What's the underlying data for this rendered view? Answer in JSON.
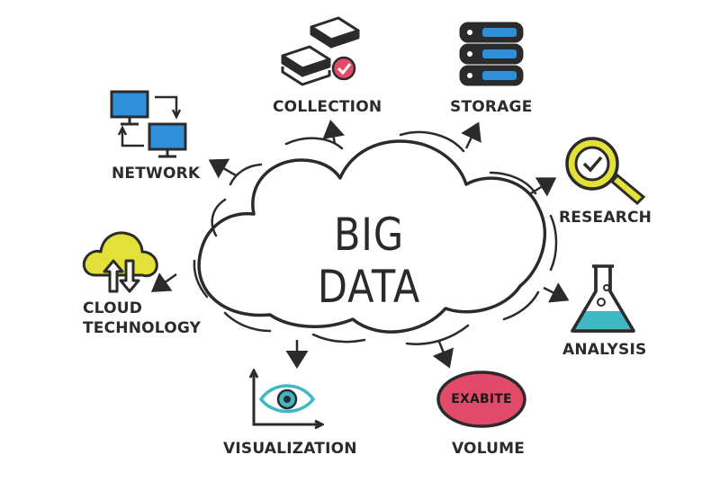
{
  "title": "BIG DATA",
  "nodes": {
    "collection": {
      "label": "COLLECTION",
      "icon": "collection-icon"
    },
    "storage": {
      "label": "STORAGE",
      "icon": "storage-icon"
    },
    "network": {
      "label": "NETWORK",
      "icon": "network-icon"
    },
    "research": {
      "label": "RESEARCH",
      "icon": "research-icon"
    },
    "cloud_technology": {
      "label_line1": "CLOUD",
      "label_line2": "TECHNOLOGY",
      "icon": "cloud-technology-icon"
    },
    "analysis": {
      "label": "ANALYSIS",
      "icon": "analysis-icon"
    },
    "visualization": {
      "label": "VISUALIZATION",
      "icon": "visualization-icon"
    },
    "volume": {
      "label": "VOLUME",
      "badge": "EXABITE",
      "icon": "volume-icon"
    }
  },
  "colors": {
    "ink": "#2b2b2b",
    "blue": "#2f8fd8",
    "yellow": "#e4e03a",
    "teal": "#3fb8c4",
    "red": "#e34a6a"
  }
}
